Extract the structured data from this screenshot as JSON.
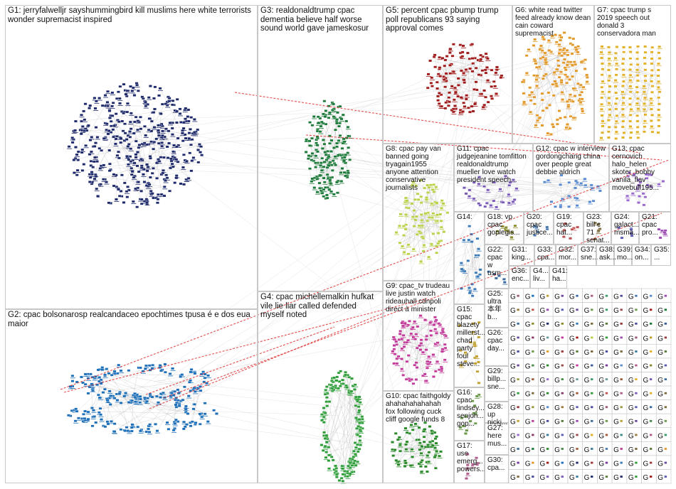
{
  "groups": [
    {
      "id": "G1",
      "label": "G1: jerryfalwelljr sayshummingbird kill muslims here white terrorists wonder supremacist inspired",
      "color": "#1f2a6b"
    },
    {
      "id": "G2",
      "label": "G2: cpac bolsonarosp realcandaceo epochtimes tpusa é e dos eua maior",
      "color": "#1e6fb8"
    },
    {
      "id": "G3",
      "label": "G3: realdonaldtrump cpac dementia believe half worse sound world gave jameskosur",
      "color": "#1d7a3a"
    },
    {
      "id": "G4",
      "label": "G4: cpac michellemalkin hufkat vile lie liar called defended myself noted",
      "color": "#2f9e3a"
    },
    {
      "id": "G5",
      "label": "G5: percent cpac pbump trump poll republicans 93 saying approval comes",
      "color": "#a01c1c"
    },
    {
      "id": "G6",
      "label": "G6: white read twitter feed already know dean cain coward supremacist",
      "color": "#e39a2d"
    },
    {
      "id": "G7",
      "label": "G7: cpac trump s 2019 speech out donald 3 conservadora man",
      "color": "#e2b32a"
    },
    {
      "id": "G8",
      "label": "G8: cpac pay van banned going tryagain1955 anyone attention conservative journalists",
      "color": "#b9d24a"
    },
    {
      "id": "G9",
      "label": "G9: cpac_tv trudeau live justin watch rideauhall cdnpoli direct à minister",
      "color": "#c23a9a"
    },
    {
      "id": "G10",
      "label": "G10: cpac faithgoldy ahahahahahahah fox following cuck cliff google funds 8",
      "color": "#2a8a2a"
    },
    {
      "id": "G11",
      "label": "G11: cpac judgejeanine tomfitton realdonaldtrump mueller love watch president speech...",
      "color": "#7a5ab8"
    },
    {
      "id": "G12",
      "label": "G12: cpac w interview gordongchang china over people great debbie aldrich",
      "color": "#5a8ad0"
    },
    {
      "id": "G13",
      "label": "G13: cpac cernovich halo_helen skoter_bobby vanila_flav movebuff195...",
      "color": "#9a6ad0"
    },
    {
      "id": "G14",
      "label": "G14:",
      "color": "#3a7ab8"
    },
    {
      "id": "G15",
      "label": "G15: cpac blazety millerst... chad party foul steve...",
      "color": "#c0a030"
    },
    {
      "id": "G16",
      "label": "G16: cpac lindsey... senjoh... gop...",
      "color": "#6a9a4a"
    },
    {
      "id": "G17",
      "label": "G17: use emerg... powers...",
      "color": "#b05a8a"
    },
    {
      "id": "G18",
      "label": "G18: vp cpac goplegis...",
      "color": "#8a8a2a"
    },
    {
      "id": "G19",
      "label": "G19: cpac hat...",
      "color": "#c05050"
    },
    {
      "id": "G20",
      "label": "G20: cpac justice...",
      "color": "#4a7ab0"
    },
    {
      "id": "G21",
      "label": "G21: cpac pro...",
      "color": "#9a4ab0"
    },
    {
      "id": "G22",
      "label": "G22: cpac w usm...",
      "color": "#3a6aa0"
    },
    {
      "id": "G23",
      "label": "G23: bill c 71 senat...",
      "color": "#7a6a3a"
    },
    {
      "id": "G24",
      "label": "G24: galact... msma...",
      "color": "#5a5ab0"
    },
    {
      "id": "G25",
      "label": "G25: ultra 本年 b...",
      "color": "#a05a3a"
    },
    {
      "id": "G26",
      "label": "G26: cpac day...",
      "color": "#3a8a8a"
    },
    {
      "id": "G27",
      "label": "G27: here mus...",
      "color": "#8a3a6a"
    },
    {
      "id": "G28",
      "label": "G28: up nickj...",
      "color": "#4a8a4a"
    },
    {
      "id": "G29",
      "label": "G29: billp... sne...",
      "color": "#6a4a9a"
    },
    {
      "id": "G30",
      "label": "G30: cpa...",
      "color": "#9a7a3a"
    },
    {
      "id": "G31",
      "label": "G31: king...",
      "color": "#3a5a9a"
    },
    {
      "id": "G32",
      "label": "G32: mor...",
      "color": "#9a3a3a"
    },
    {
      "id": "G33",
      "label": "G33: cpa...",
      "color": "#3a9a6a"
    },
    {
      "id": "G34",
      "label": "G34: on...",
      "color": "#7a3a9a"
    },
    {
      "id": "G35",
      "label": "G35: ...",
      "color": "#5a7a3a"
    },
    {
      "id": "G36",
      "label": "G36: enc...",
      "color": "#3a7a9a"
    },
    {
      "id": "G37",
      "label": "G37: sne...",
      "color": "#9a5a7a"
    },
    {
      "id": "G38",
      "label": "G38: ask...",
      "color": "#6a9a9a"
    },
    {
      "id": "G39",
      "label": "G39: mo...",
      "color": "#9a9a3a"
    },
    {
      "id": "G40",
      "label": "G4... liv...",
      "color": "#4a4a9a"
    },
    {
      "id": "G41",
      "label": "G41: ha...",
      "color": "#9a4a4a"
    }
  ],
  "grid_letter": "G",
  "colors": {
    "edge": "#a8a8a8",
    "cross_edge": "#e03030",
    "border": "#c8c8c8"
  }
}
